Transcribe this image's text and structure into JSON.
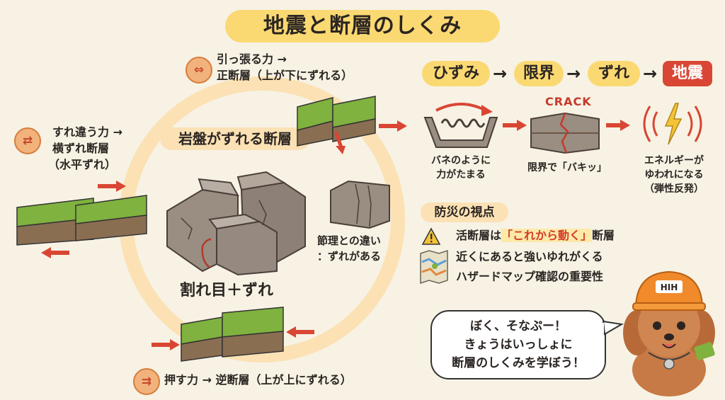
{
  "title": "地震と断層のしくみ",
  "center": {
    "title": "岩盤がずれる断層",
    "caption": "割れ目＋ずれ"
  },
  "normal_fault": {
    "line1": "引っ張る力 →",
    "line2": "正断層（上が下にずれる）"
  },
  "strike_slip": {
    "line1": "すれ違う力 →",
    "line2": "横ずれ断層",
    "line3": "（水平ずれ）"
  },
  "reverse_fault": {
    "line1": "押す力 → 逆断層（上が上にずれる）"
  },
  "joint": {
    "line1": "節理との違い",
    "line2": "：ずれがある"
  },
  "flow": {
    "steps": [
      "ひずみ",
      "限界",
      "ずれ",
      "地震"
    ],
    "arrow": "→",
    "crack_label": "CRACK",
    "captions": [
      {
        "line1": "バネのように",
        "line2": "力がたまる"
      },
      {
        "line1": "限界で「バキッ」"
      },
      {
        "line1": "エネルギーが",
        "line2": "ゆわれになる",
        "line3": "（弾性反発）"
      }
    ]
  },
  "bousai": {
    "title": "防災の視点",
    "items": [
      {
        "before": "活断層は",
        "highlight": "「これから動く」",
        "after": "断層"
      },
      {
        "text": "近くにあると強いゆれがくる"
      },
      {
        "text": "ハザードマップ確認の重要性"
      }
    ]
  },
  "mascot": {
    "speech": [
      "ぼく、そなぷー！",
      "きょうはいっしょに",
      "断層のしくみを学ぼう！"
    ],
    "helmet_text": "HIH"
  },
  "colors": {
    "accent_yellow": "#fbd972",
    "ring": "#fbe1b4",
    "arrow_red": "#d94633",
    "grass": "#7fb23f",
    "rock": "#9a8d82"
  },
  "icons": [
    "pull-apart-icon",
    "slide-icon",
    "push-icon",
    "spring-icon",
    "lightning-icon",
    "warning-icon",
    "map-icon"
  ]
}
